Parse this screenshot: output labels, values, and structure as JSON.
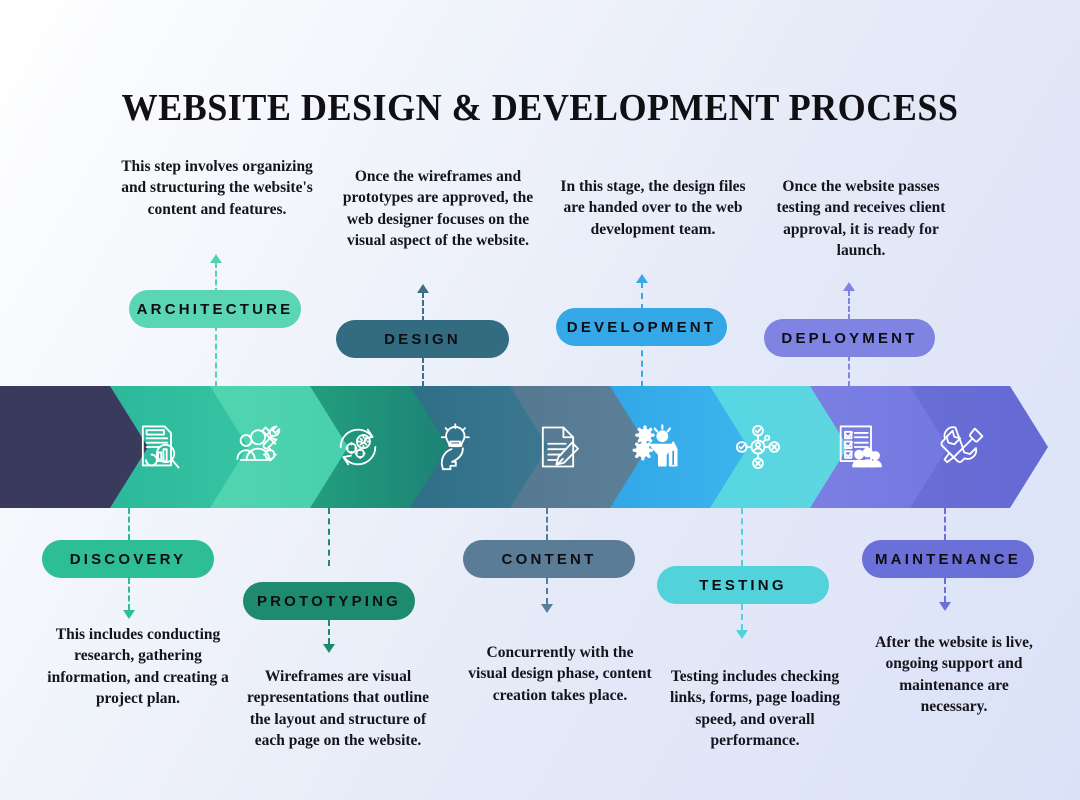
{
  "title": "WEBSITE DESIGN & DEVELOPMENT PROCESS",
  "background": {
    "gradient_from": "#ffffff",
    "gradient_to": "#dbe2f7"
  },
  "banner": {
    "segments": [
      {
        "name": "start-cap",
        "color": "#3a3a5c"
      },
      {
        "name": "discovery",
        "color": "#2ebb9c"
      },
      {
        "name": "architecture",
        "color": "#4fd4b0"
      },
      {
        "name": "prototyping",
        "color": "#1e8a72"
      },
      {
        "name": "design",
        "color": "#2d6f85"
      },
      {
        "name": "content",
        "color": "#5a7d94"
      },
      {
        "name": "development",
        "color": "#33a9e8"
      },
      {
        "name": "testing",
        "color": "#52d3de"
      },
      {
        "name": "deployment",
        "color": "#7a7ee0"
      },
      {
        "name": "maintenance",
        "color": "#6b6fd8"
      }
    ]
  },
  "steps": [
    {
      "id": "discovery",
      "label": "DISCOVERY",
      "pill_color": "#2dbe94",
      "text_color": "#0d0d12",
      "icon": "document-magnifier-icon",
      "position": "bottom",
      "description": "This includes conducting research, gathering information, and creating a project plan."
    },
    {
      "id": "architecture",
      "label": "ARCHITECTURE",
      "pill_color": "#5ad6b4",
      "text_color": "#0d0d12",
      "icon": "people-tools-icon",
      "position": "top",
      "description": "This step involves organizing and structuring the website's content and features."
    },
    {
      "id": "prototyping",
      "label": "PROTOTYPING",
      "pill_color": "#1e8a6e",
      "text_color": "#0d0d12",
      "icon": "gears-cycle-icon",
      "position": "bottom",
      "description": "Wireframes are visual representations that outline the layout and structure of each page on the website."
    },
    {
      "id": "design",
      "label": "DESIGN",
      "pill_color": "#336b80",
      "text_color": "#0d0d12",
      "icon": "head-lightbulb-icon",
      "position": "top",
      "description": "Once the wireframes and prototypes are approved, the web designer focuses on the visual aspect of the website."
    },
    {
      "id": "content",
      "label": "CONTENT",
      "pill_color": "#5b7c96",
      "text_color": "#0d0d12",
      "icon": "document-pencil-icon",
      "position": "bottom",
      "description": "Concurrently with the visual design phase, content creation takes place."
    },
    {
      "id": "development",
      "label": "DEVELOPMENT",
      "pill_color": "#35a8e8",
      "text_color": "#0d0d12",
      "icon": "gears-funnel-tools-icon",
      "position": "top",
      "description": "In this stage, the design files are handed over to the web development team."
    },
    {
      "id": "testing",
      "label": "TESTING",
      "pill_color": "#52d3dc",
      "text_color": "#0d0d12",
      "icon": "network-check-icon",
      "position": "bottom",
      "description": "Testing includes checking links, forms, page loading speed, and overall performance."
    },
    {
      "id": "deployment",
      "label": "DEPLOYMENT",
      "pill_color": "#7f83e2",
      "text_color": "#0d0d12",
      "icon": "checklist-people-icon",
      "position": "top",
      "description": "Once the website passes testing and receives client approval, it is ready for launch."
    },
    {
      "id": "maintenance",
      "label": "MAINTENANCE",
      "pill_color": "#6b6fd8",
      "text_color": "#0d0d12",
      "icon": "wrench-screwdriver-icon",
      "position": "bottom",
      "description": "After the website is live, ongoing support and maintenance are necessary."
    }
  ]
}
